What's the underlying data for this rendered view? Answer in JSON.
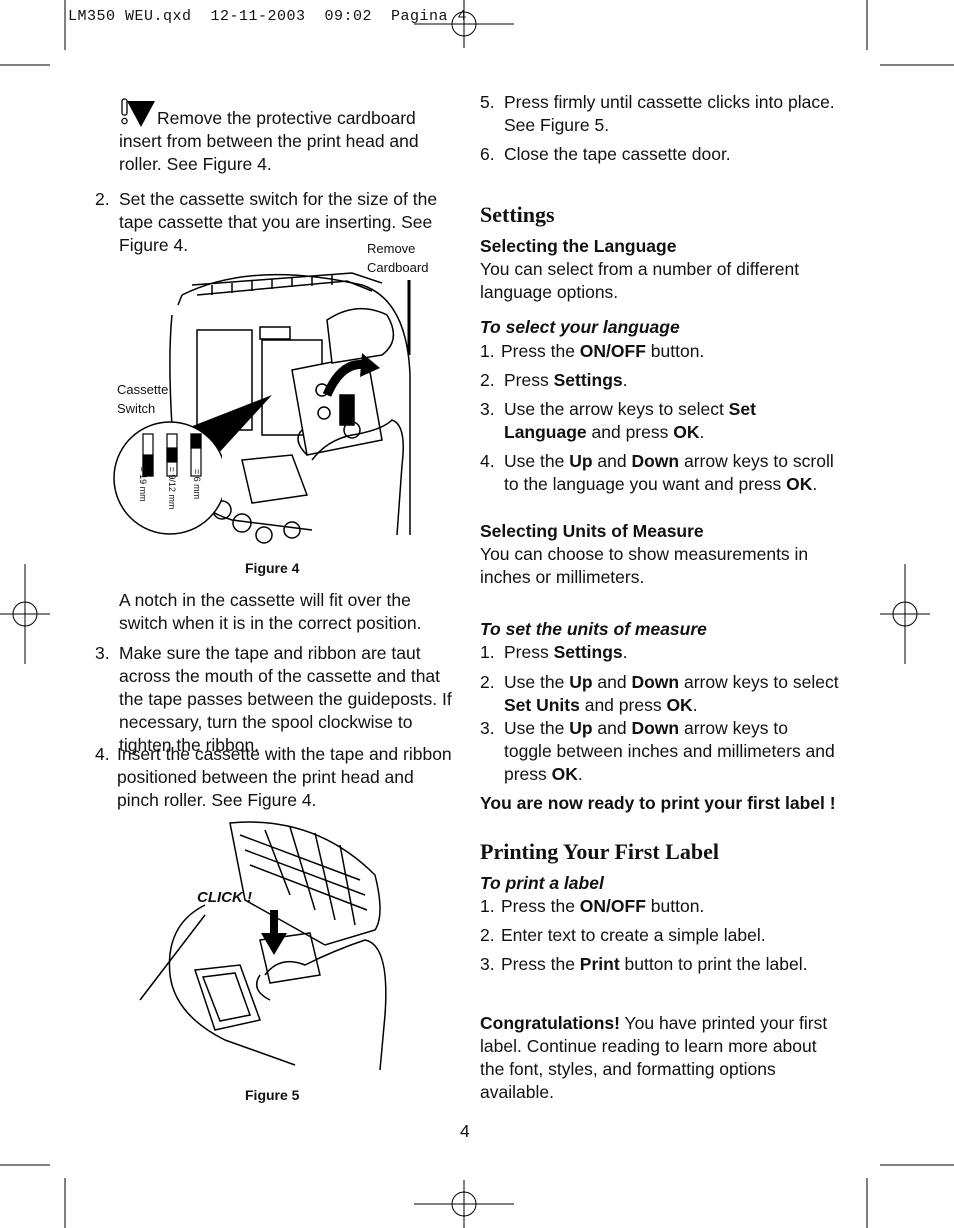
{
  "slug": "LM350 WEU.qxd  12-11-2003  09:02  Pagina 4",
  "page_number": "4",
  "left": {
    "warning_text": "Remove the protective cardboard insert from between the print head and roller. See Figure 4.",
    "step2_num": "2.",
    "step2_text": "Set the cassette switch for the size of the tape cassette that you are inserting. See Figure 4.",
    "fig4_label_remove": "Remove",
    "fig4_label_cardboard": "Cardboard",
    "fig4_label_cassette": "Cassette",
    "fig4_label_switch": "Switch",
    "switch_19": "= 19 mm",
    "switch_912": "= 9/12 mm",
    "switch_6": "= 6 mm",
    "figure4_caption": "Figure 4",
    "notch_text": "A notch in the cassette will fit over the switch when it is in the correct position.",
    "step3_num": "3.",
    "step3_text": "Make sure the tape and ribbon are taut across the mouth of the cassette and that the tape passes between the guideposts. If necessary, turn the spool clockwise to tighten the ribbon.",
    "step4_num": "4.",
    "step4_text": "Insert the cassette with the tape and ribbon positioned between the print head and pinch roller. See Figure 4.",
    "fig5_click": "CLICK !",
    "figure5_caption": "Figure 5"
  },
  "right": {
    "step5_num": "5.",
    "step5_text": "Press firmly until cassette clicks into place. See Figure 5.",
    "step6_num": "6.",
    "step6_text": "Close the tape cassette door.",
    "settings_heading": "Settings",
    "lang_heading": "Selecting the Language",
    "lang_intro": "You can select from a number of different language options.",
    "lang_sub": "To select your language",
    "lang_s1_num": "1.",
    "lang_s1_a": "Press the ",
    "lang_s1_b": "ON/OFF",
    "lang_s1_c": " button.",
    "lang_s2_num": "2.",
    "lang_s2_a": "Press ",
    "lang_s2_b": "Settings",
    "lang_s2_c": ".",
    "lang_s3_num": "3.",
    "lang_s3_a": "Use the arrow keys to select ",
    "lang_s3_b": "Set Language",
    "lang_s3_c": " and press ",
    "lang_s3_d": "OK",
    "lang_s3_e": ".",
    "lang_s4_num": "4.",
    "lang_s4_a": "Use the ",
    "lang_s4_b": "Up",
    "lang_s4_c": " and ",
    "lang_s4_d": "Down",
    "lang_s4_e": " arrow keys to scroll to the language you want and press ",
    "lang_s4_f": "OK",
    "lang_s4_g": ".",
    "units_heading": "Selecting Units of Measure",
    "units_intro": "You can choose to show measurements in inches or millimeters.",
    "units_sub": "To set the units of measure",
    "units_s1_num": "1.",
    "units_s1_a": "Press ",
    "units_s1_b": "Settings",
    "units_s1_c": ".",
    "units_s2_num": "2.",
    "units_s2_a": "Use the ",
    "units_s2_b": "Up",
    "units_s2_c": " and ",
    "units_s2_d": "Down",
    "units_s2_e": " arrow keys to select ",
    "units_s2_f": "Set Units",
    "units_s2_g": " and press ",
    "units_s2_h": "OK",
    "units_s2_i": ".",
    "units_s3_num": "3.",
    "units_s3_a": "Use the ",
    "units_s3_b": "Up",
    "units_s3_c": " and ",
    "units_s3_d": "Down",
    "units_s3_e": " arrow keys to toggle between inches and millimeters and press ",
    "units_s3_f": "OK",
    "units_s3_g": ".",
    "ready_text": "You are now ready to print your first label !",
    "print_heading": "Printing Your First Label",
    "print_sub": "To print a label",
    "print_s1_num": "1.",
    "print_s1_a": "Press the ",
    "print_s1_b": "ON/OFF",
    "print_s1_c": " button.",
    "print_s2_num": "2.",
    "print_s2_text": "Enter text to create a simple label.",
    "print_s3_num": "3.",
    "print_s3_a": "Press the ",
    "print_s3_b": "Print",
    "print_s3_c": " button to print the label.",
    "congrats_a": "Congratulations!",
    "congrats_b": " You have printed your first label. Continue reading to learn more about the font, styles, and formatting options available."
  }
}
